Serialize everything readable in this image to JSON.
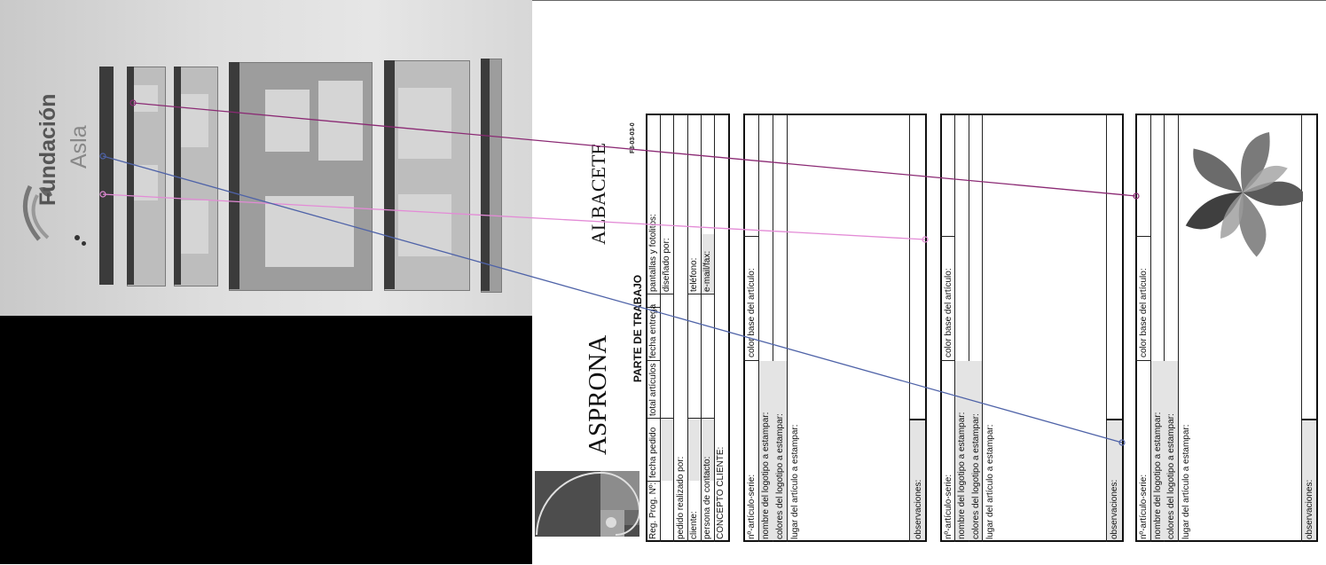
{
  "photo": {
    "logo_line1": "Fundación",
    "logo_line2": "Asla"
  },
  "document": {
    "brand": "ASPRONA",
    "city": "ALBACETE",
    "title": "PARTE DE TRABAJO",
    "code": "F3-03-03-0",
    "header_cells": [
      "Reg. Prog. Nº:",
      "fecha pedido",
      "total artículos",
      "fecha entrega",
      "pantallas y fotolitos:"
    ],
    "designed_by": "diseñado por:",
    "ordered_by": "pedido realizado por:",
    "client": "cliente:",
    "phone": "teléfono:",
    "contact": "persona de contacto:",
    "email_fax": "e-mail/fax:",
    "concept": "CONCEPTO CLIENTE:",
    "article_blocks": [
      {
        "serie": "nº-artículo-serie:",
        "base_color": "color base del artículo:",
        "logo_name": "nombre del logotipo a estampar:",
        "logo_colors": "colores del logotipo a estampar:",
        "place": "lugar del artículo a estampar:",
        "notes": "observaciones:"
      },
      {
        "serie": "nº-artículo-serie:",
        "base_color": "color base del artículo:",
        "logo_name": "nombre del logotipo a estampar:",
        "logo_colors": "colores del logotipo a estampar:",
        "place": "lugar del artículo a estampar:",
        "notes": "observaciones:"
      },
      {
        "serie": "nº-artículo-serie:",
        "base_color": "color base del artículo:",
        "logo_name": "nombre del logotipo a estampar:",
        "logo_colors": "colores del logotipo a estampar:",
        "place": "lugar del artículo a estampar:",
        "notes": "observaciones:"
      }
    ]
  },
  "match_colors": [
    "#8b2a74",
    "#e38bd6",
    "#4f63a8"
  ]
}
